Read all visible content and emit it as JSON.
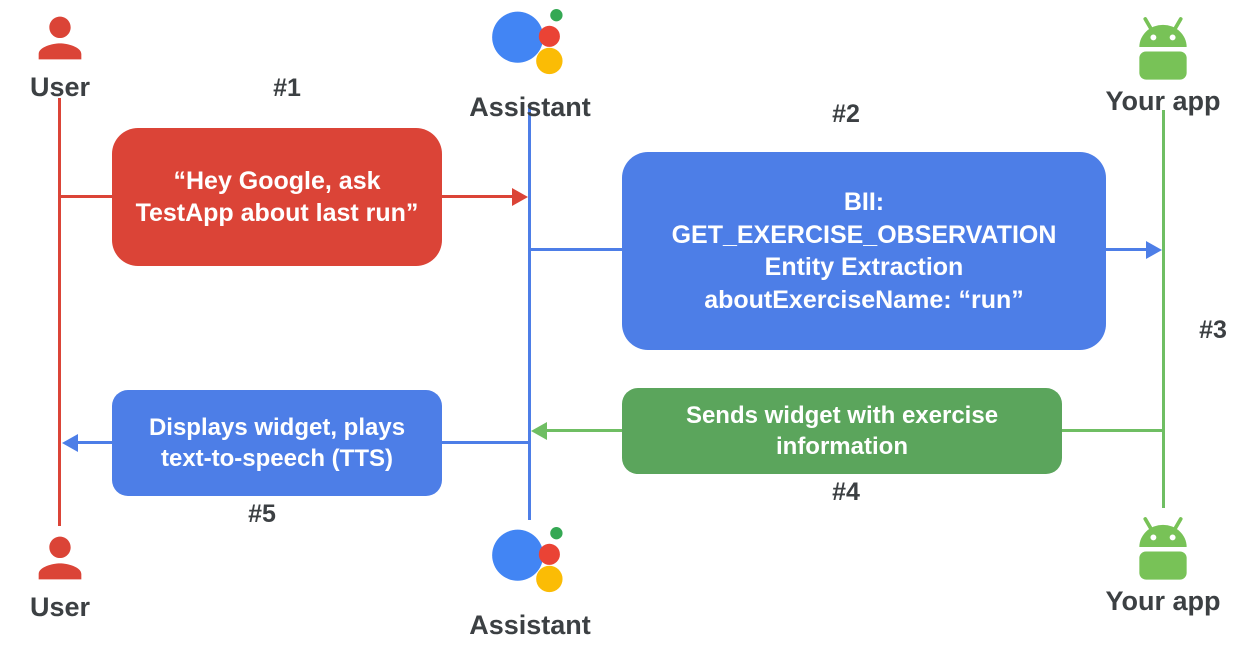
{
  "colors": {
    "red": "#DB4437",
    "blue": "#4D7EE7",
    "green_box": "#5BA55C",
    "green_line": "#6FBE63",
    "green_app": "#78C257",
    "label_text": "#3C4043",
    "assistant_blue": "#4285F4",
    "assistant_red": "#EA4335",
    "assistant_yellow": "#FBBC05",
    "assistant_green": "#34A853"
  },
  "actors": {
    "user_top": {
      "label": "User"
    },
    "assistant_top": {
      "label": "Assistant"
    },
    "app_top": {
      "label": "Your app"
    },
    "user_bottom": {
      "label": "User"
    },
    "assistant_bottom": {
      "label": "Assistant"
    },
    "app_bottom": {
      "label": "Your app"
    }
  },
  "steps": {
    "s1": {
      "label": "#1",
      "text": "“Hey Google, ask\nTestApp about last run”"
    },
    "s2": {
      "label": "#2",
      "text": "BII:\nGET_EXERCISE_OBSERVATION\nEntity Extraction\naboutExerciseName: “run”"
    },
    "s3": {
      "label": "#3"
    },
    "s4": {
      "label": "#4",
      "text": "Sends widget with exercise\ninformation"
    },
    "s5": {
      "label": "#5",
      "text": "Displays widget, plays\ntext-to-speech (TTS)"
    }
  }
}
